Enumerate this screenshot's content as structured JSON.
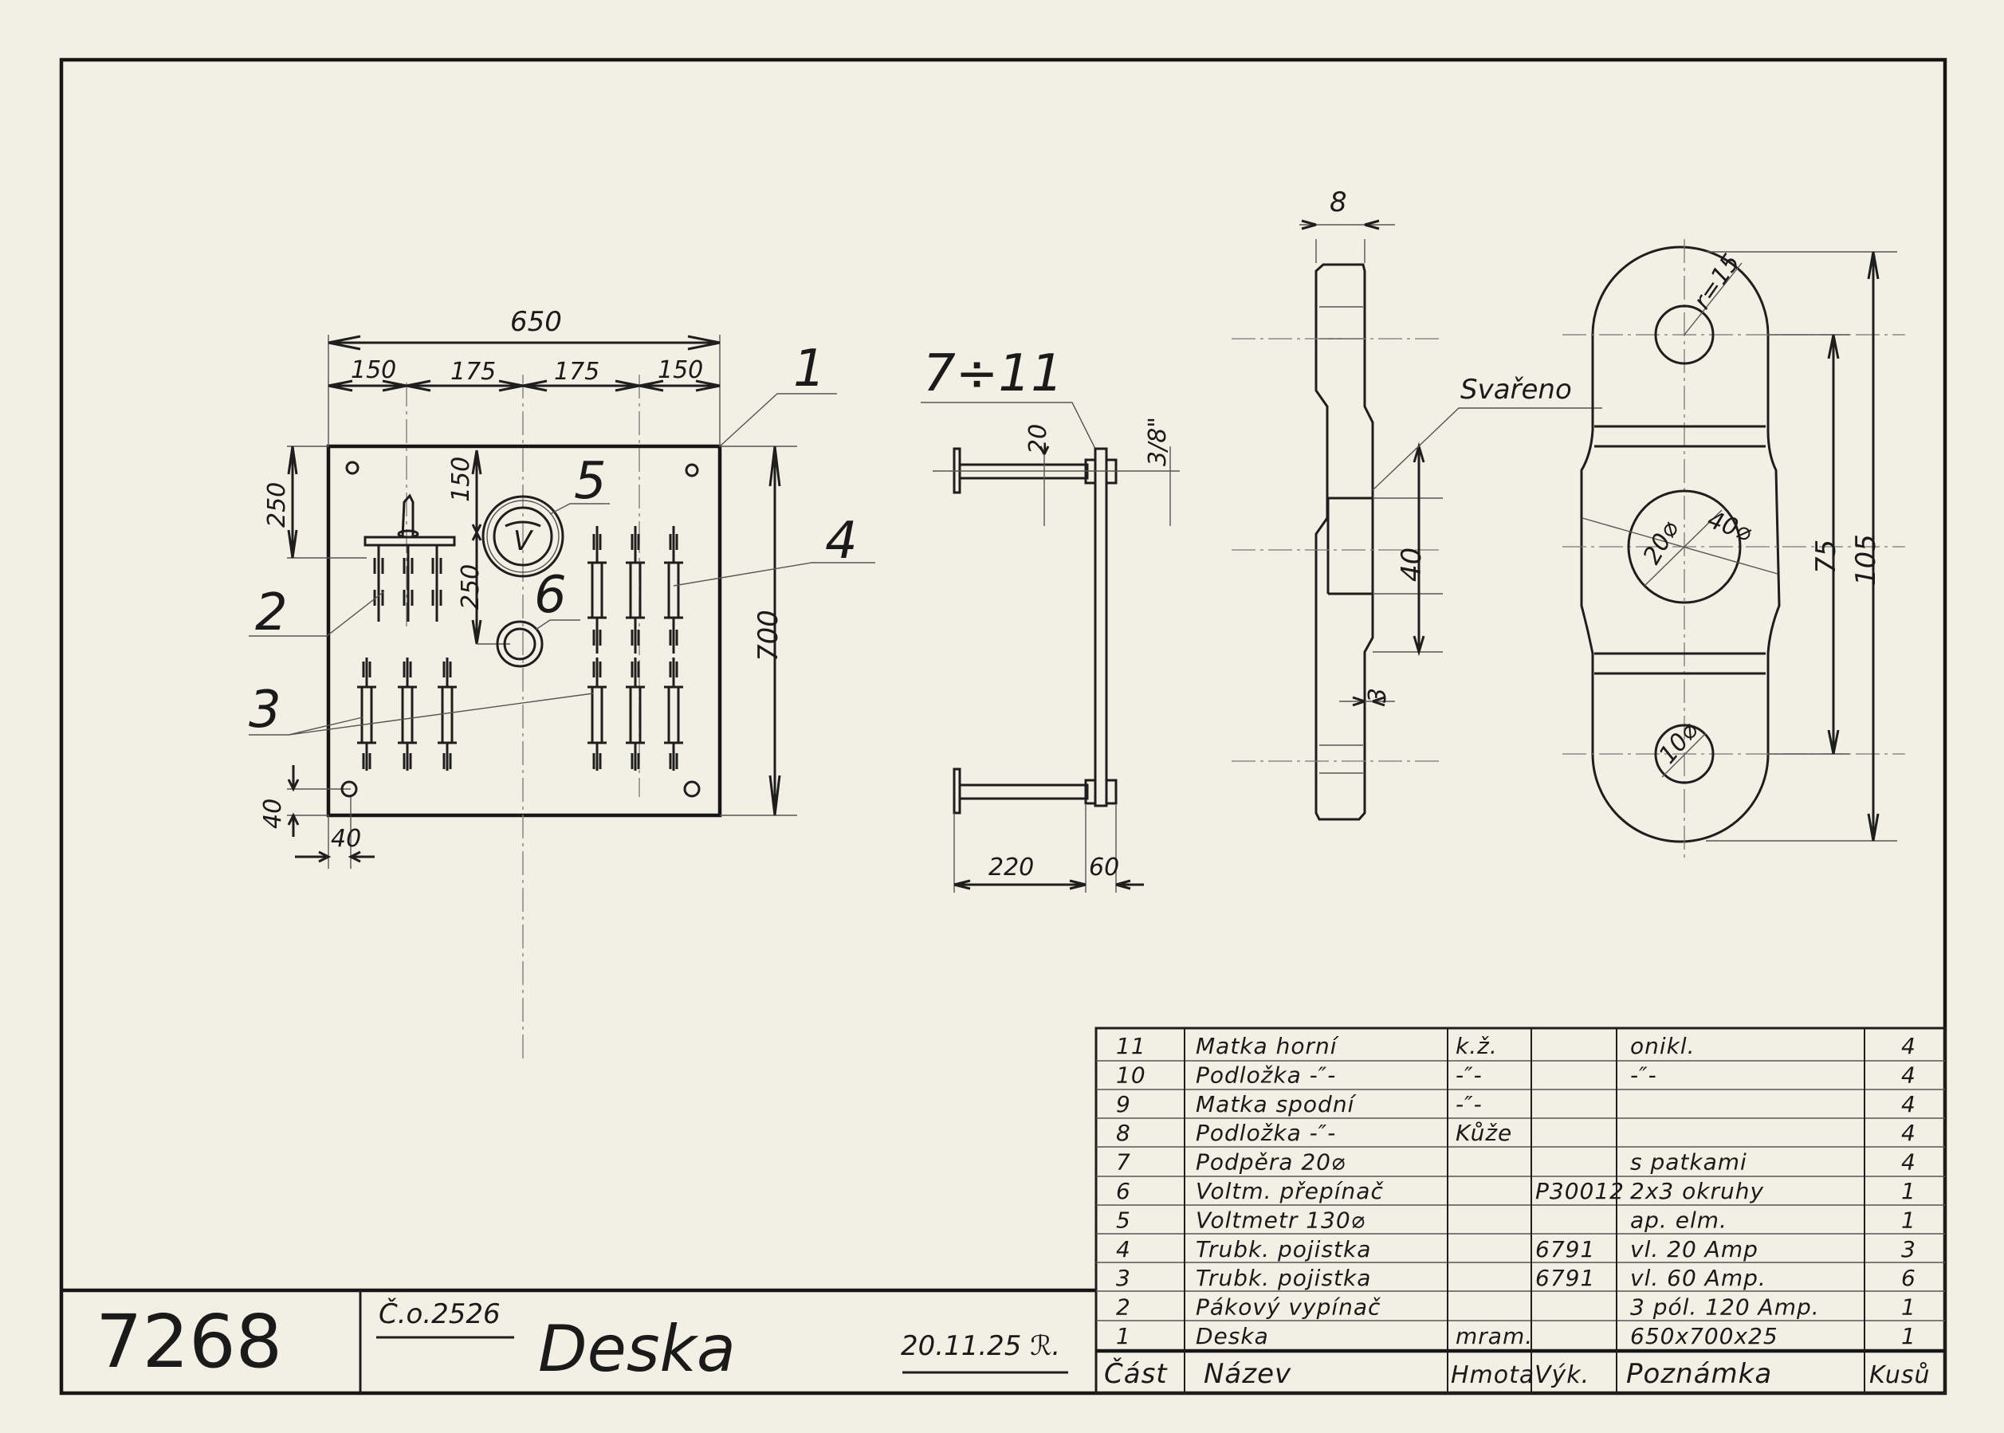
{
  "title_block": {
    "drawing_number": "7268",
    "order_number": "Č.o.2526",
    "title": "Deska",
    "date_signature": "20.11.25 ℛ."
  },
  "front_view": {
    "dims": {
      "overall_width": "650",
      "seg1": "150",
      "seg2": "175",
      "seg3": "175",
      "seg4": "150",
      "top_to_switch": "250",
      "top_to_meter": "150",
      "meter_to_selector": "250",
      "height": "700",
      "hole_offset_v": "40",
      "hole_offset_h": "40"
    },
    "callouts": [
      "1",
      "2",
      "3",
      "4",
      "5",
      "6"
    ],
    "meter_symbol": "V"
  },
  "bracket_view": {
    "callout": "7÷11",
    "dims": {
      "pin_dia": "20",
      "thread": "3/8\"",
      "length": "220",
      "offset": "60"
    }
  },
  "profile_view": {
    "dims": {
      "thickness": "8",
      "boss": "40",
      "wall": "3"
    },
    "note": "Svařeno"
  },
  "flat_view": {
    "dims": {
      "radius": "r=15",
      "hole_center": "20⌀",
      "boss_dia": "40⌀",
      "hole_small": "10⌀",
      "pitch": "75",
      "length": "105"
    }
  },
  "parts_list": {
    "headers": {
      "part": "Část",
      "name": "Název",
      "material": "Hmota",
      "drawing": "Výk.",
      "note": "Poznámka",
      "qty": "Kusů"
    },
    "rows": [
      {
        "part": "11",
        "name": "Matka horní",
        "material": "k.ž.",
        "drawing": "",
        "note": "onikl.",
        "qty": "4"
      },
      {
        "part": "10",
        "name": "Podložka -″-",
        "material": "-″-",
        "drawing": "",
        "note": "-″-",
        "qty": "4"
      },
      {
        "part": "9",
        "name": "Matka spodní",
        "material": "-″-",
        "drawing": "",
        "note": "",
        "qty": "4"
      },
      {
        "part": "8",
        "name": "Podložka -″-",
        "material": "Kůže",
        "drawing": "",
        "note": "",
        "qty": "4"
      },
      {
        "part": "7",
        "name": "Podpěra 20⌀",
        "material": "",
        "drawing": "",
        "note": "s patkami",
        "qty": "4"
      },
      {
        "part": "6",
        "name": "Voltm. přepínač",
        "material": "",
        "drawing": "P30012",
        "note": "2x3 okruhy",
        "qty": "1"
      },
      {
        "part": "5",
        "name": "Voltmetr 130⌀",
        "material": "",
        "drawing": "",
        "note": "ap. elm.",
        "qty": "1"
      },
      {
        "part": "4",
        "name": "Trubk. pojistka",
        "material": "",
        "drawing": "6791",
        "note": "vl. 20 Amp",
        "qty": "3"
      },
      {
        "part": "3",
        "name": "Trubk. pojistka",
        "material": "",
        "drawing": "6791",
        "note": "vl. 60 Amp.",
        "qty": "6"
      },
      {
        "part": "2",
        "name": "Pákový vypínač",
        "material": "",
        "drawing": "",
        "note": "3 pól. 120 Amp.",
        "qty": "1"
      },
      {
        "part": "1",
        "name": "Deska",
        "material": "mram.",
        "drawing": "",
        "note": "650x700x25",
        "qty": "1"
      }
    ]
  }
}
